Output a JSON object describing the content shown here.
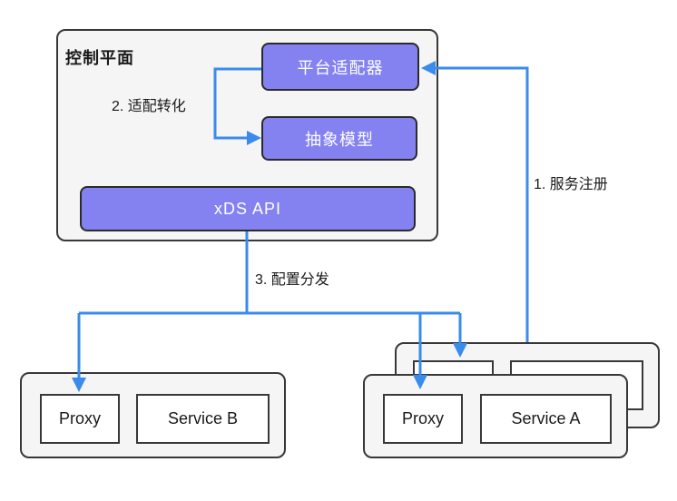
{
  "colors": {
    "node-fill": "#8481f1",
    "node-border": "#2b2b2b",
    "arrow": "#3b8beb",
    "container-fill": "#f5f5f6",
    "border": "#383838",
    "text": "#1a1a1a",
    "node-text": "#ffffff"
  },
  "control_plane": {
    "title": "控制平面",
    "nodes": {
      "platform_adapter": "平台适配器",
      "abstract_model": "抽象模型",
      "xds_api": "xDS API"
    }
  },
  "annotations": {
    "step1": "1. 服务注册",
    "step2": "2. 适配转化",
    "step3": "3. 配置分发"
  },
  "groups": {
    "service_b": {
      "proxy": "Proxy",
      "service": "Service B"
    },
    "service_a": {
      "proxy": "Proxy",
      "service": "Service A"
    }
  }
}
